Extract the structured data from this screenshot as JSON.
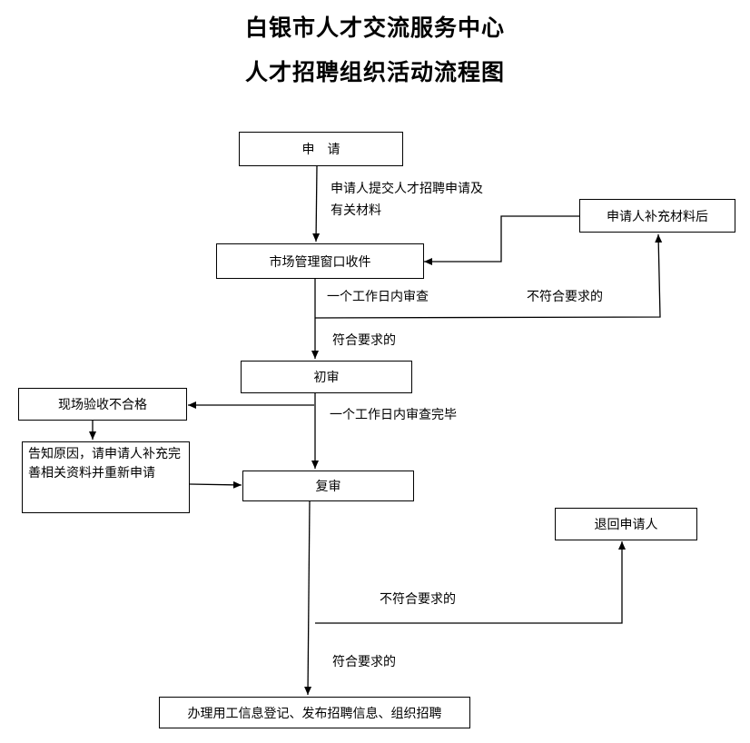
{
  "title": {
    "line1": "白银市人才交流服务中心",
    "line2": "人才招聘组织活动流程图"
  },
  "nodes": {
    "apply": "申　请",
    "window": "市场管理窗口收件",
    "supplement": "申请人补充材料后",
    "first_review": "初审",
    "onsite_fail": "现场验收不合格",
    "notify": "告知原因，请申请人补充完善相关资料并重新申请",
    "second_review": "复审",
    "return": "退回申请人",
    "final": "办理用工信息登记、发布招聘信息、组织招聘"
  },
  "edges": {
    "submit": "申请人提交人才招聘申请及有关材料",
    "one_day_1": "一个工作日内审查",
    "not_meet_1": "不符合要求的",
    "meet_1": "符合要求的",
    "one_day_2": "一个工作日内审查完毕",
    "not_meet_2": "不符合要求的",
    "meet_2": "符合要求的"
  }
}
